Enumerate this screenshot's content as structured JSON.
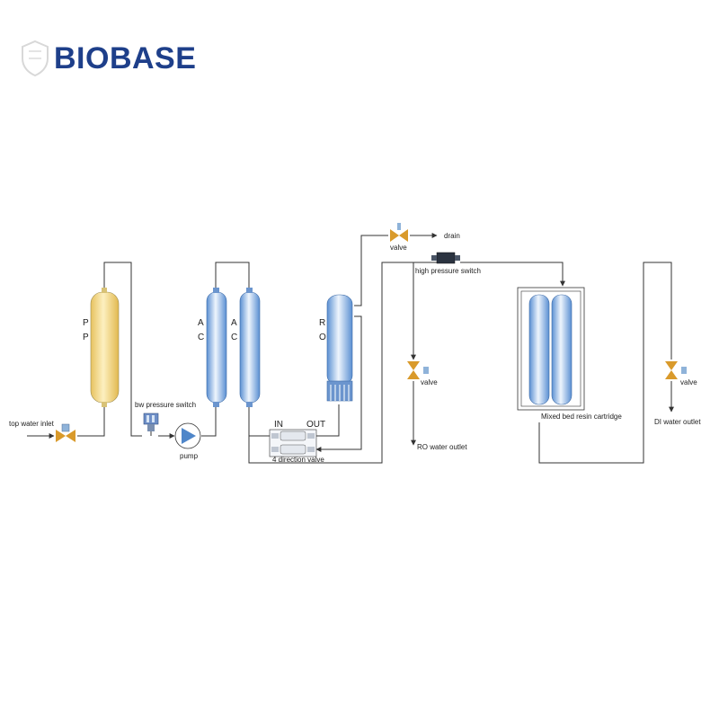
{
  "brand": {
    "name": "BIOBASE",
    "color": "#1e3f8a",
    "icon": "shield-icon"
  },
  "colors": {
    "pp_fill": "#f5d98a",
    "ac_fill": "#7fa9dc",
    "valve": "#d99a2b",
    "pipe": "#333333"
  },
  "labels": {
    "tap_water_inlet": "top water inlet",
    "pp_letter_1": "P",
    "pp_letter_2": "P",
    "ac1_letter_1": "A",
    "ac1_letter_2": "C",
    "ac2_letter_1": "A",
    "ac2_letter_2": "C",
    "ro_letter_1": "R",
    "ro_letter_2": "O",
    "low_pressure_switch": "bw pressure switch",
    "pump": "pump",
    "in": "IN",
    "out": "OUT",
    "four_direction_valve": "4 direction valve",
    "drain_valve": "valve",
    "drain": "drain",
    "high_pressure_switch": "high pressure switch",
    "ro_valve": "valve",
    "ro_water_outlet": "RO water outlet",
    "mixed_bed": "Mixed bed resin cartridge",
    "di_valve": "valve",
    "di_water_outlet": "DI water outlet"
  }
}
